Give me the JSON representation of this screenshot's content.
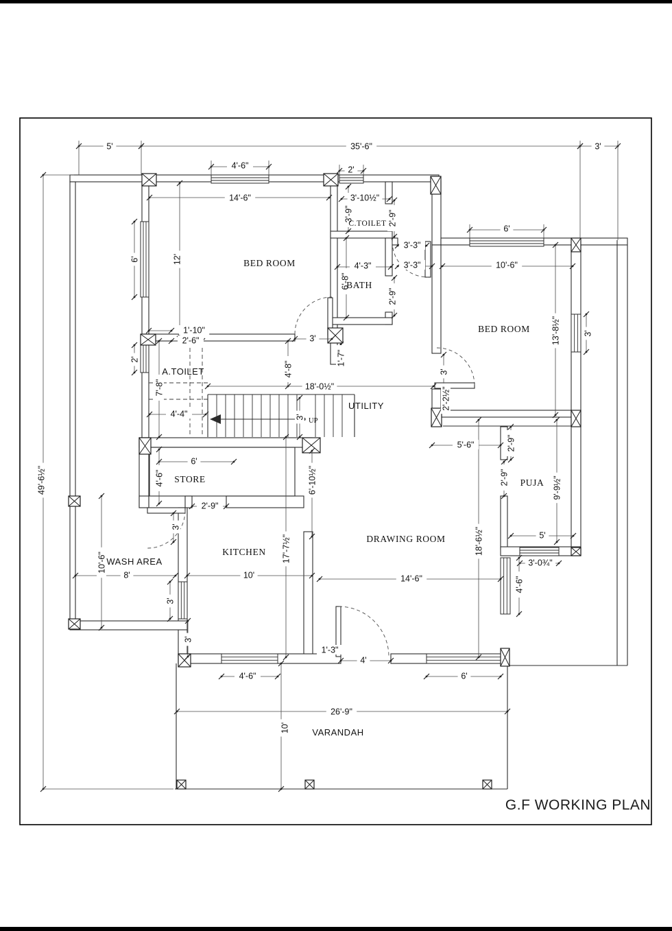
{
  "title": "G.F WORKING PLAN",
  "rooms": {
    "bed1": "BED ROOM",
    "ctoilet": "C.TOILET",
    "bath": "BATH",
    "bed2": "BED ROOM",
    "atoilet": "A.TOILET",
    "utility": "UTILITY",
    "store": "STORE",
    "wash": "WASH AREA",
    "kitchen": "KITCHEN",
    "drawing": "DRAWING ROOM",
    "puja": "PUJA",
    "varandah": "VARANDAH"
  },
  "stairs": {
    "up": "UP"
  },
  "dims": {
    "top_left": "5'",
    "top_mid": "35'-6\"",
    "top_right": "3'",
    "left_total": "49'-6½\"",
    "bed1_win_top": "4'-6\"",
    "ctoilet_win_top": "2'",
    "bed1_w": "14'-6\"",
    "ctoilet_w": "3'-10½\"",
    "ctoilet_h": "3'-9\"",
    "ctoilet_d": "2'-9\"",
    "bed1_win_l": "6'",
    "bed1_h": "12'",
    "bed2_win_top": "6'",
    "bed2_w": "10'-6\"",
    "door33_a": "3'-3\"",
    "door33_b": "3'-3\"",
    "bath_w": "4'-3\"",
    "bath_h": "6'-8\"",
    "bath_d": "2'-9\"",
    "bed2_h": "13'-8½\"",
    "bed2_win_r": "3'",
    "bed1_off1": "1'-10\"",
    "bed1_off2": "2'-6\"",
    "bed1_door": "3'",
    "atoilet_win": "2'",
    "stub_1_7": "1'-7\"",
    "util_4_8": "4'-8\"",
    "util_w": "18'-0½\"",
    "atoilet_h": "7'-8\"",
    "atoilet_w": "4'-4\"",
    "stair_w": "3'",
    "bed2_door": "3'",
    "stub_2_2": "2'-2½\"",
    "pass_5_6": "5'-6\"",
    "puja_2_9a": "2'-9\"",
    "puja_2_9b": "2'-9\"",
    "puja_h": "9'-9½\"",
    "store_w": "6'",
    "store_h": "4'-6\"",
    "open_6_10": "6'-10½\"",
    "store_door": "2'-9\"",
    "dr_h": "18'-6½\"",
    "puja_w": "5'",
    "puja_win": "3'-0¾\"",
    "wash_h": "10'-6\"",
    "wash_w": "8'",
    "kitchen_w": "10'",
    "dr_w": "14'-6\"",
    "kitchen_h": "17'-7½\"",
    "kitchen_door": "3'",
    "kitchen_win": "3'",
    "kitchen_wall3": "3'",
    "dr_win_r": "4'-6\"",
    "dr_off": "1'-3\"",
    "dr_door": "4'",
    "kitchen_win_b": "4'-6\"",
    "dr_win_b": "6'",
    "var_w": "26'-9\"",
    "var_h": "10'",
    "title_label": "G.F WORKING PLAN"
  }
}
